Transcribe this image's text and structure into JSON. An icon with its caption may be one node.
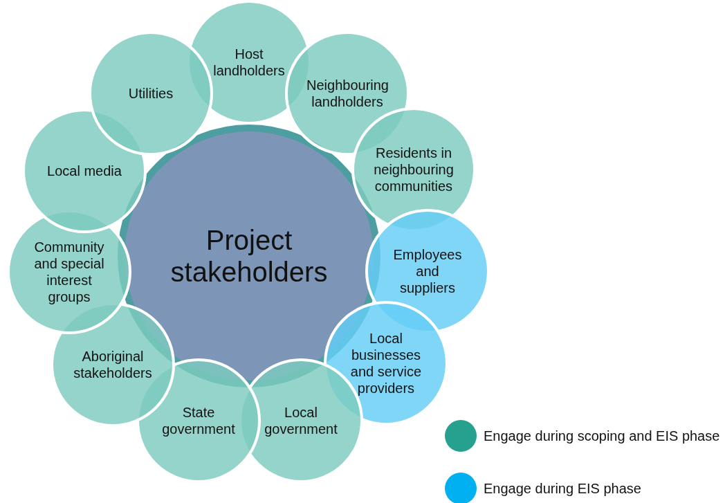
{
  "diagram": {
    "nodes": [
      {
        "text": [
          "Project stakeholders"
        ]
      },
      {
        "text": [
          "Host landholders"
        ]
      },
      {
        "text": [
          "Neighbouring landholders"
        ]
      },
      {
        "text": [
          "Residents in neighbouring communities"
        ]
      },
      {
        "text": [
          "Employees and suppliers"
        ]
      },
      {
        "text": [
          "Local businesses and service providers"
        ]
      },
      {
        "text": [
          "Local government"
        ]
      },
      {
        "text": [
          "State government"
        ]
      },
      {
        "text": [
          "Aboriginal stakeholders"
        ]
      },
      {
        "text": [
          "Community and special interest groups"
        ]
      },
      {
        "text": [
          "Local media"
        ]
      },
      {
        "text": [
          "Utilities"
        ]
      }
    ],
    "legend": [
      {
        "text": "Engage during scoping and EIS phase",
        "color": "#26a08f"
      },
      {
        "text": "Engage during EIS phase",
        "color": "#00b0f0"
      }
    ]
  }
}
